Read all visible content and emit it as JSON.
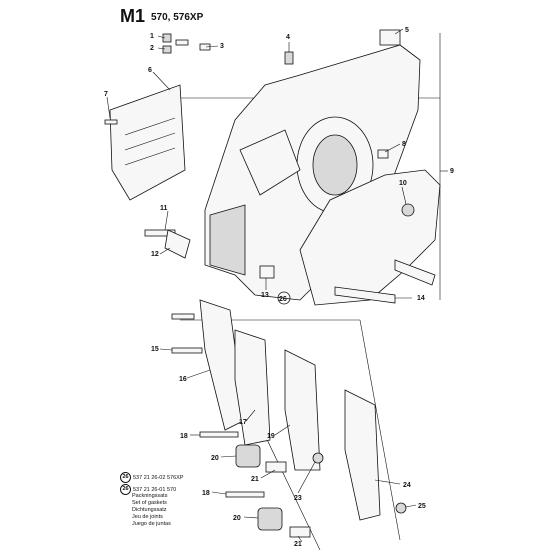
{
  "header": {
    "code": "M1",
    "models": "570, 576XP"
  },
  "callouts": [
    {
      "id": "c1",
      "label": "1"
    },
    {
      "id": "c2",
      "label": "2"
    },
    {
      "id": "c3",
      "label": "3"
    },
    {
      "id": "c4",
      "label": "4"
    },
    {
      "id": "c5",
      "label": "5"
    },
    {
      "id": "c6",
      "label": "6"
    },
    {
      "id": "c7",
      "label": "7"
    },
    {
      "id": "c8",
      "label": "8"
    },
    {
      "id": "c9",
      "label": "9"
    },
    {
      "id": "c10",
      "label": "10"
    },
    {
      "id": "c11",
      "label": "11"
    },
    {
      "id": "c12",
      "label": "12"
    },
    {
      "id": "c13",
      "label": "13"
    },
    {
      "id": "c14",
      "label": "14"
    },
    {
      "id": "c15",
      "label": "15"
    },
    {
      "id": "c16",
      "label": "16"
    },
    {
      "id": "c17",
      "label": "17"
    },
    {
      "id": "c18",
      "label": "18"
    },
    {
      "id": "c19",
      "label": "19"
    },
    {
      "id": "c20",
      "label": "20"
    },
    {
      "id": "c21",
      "label": "21"
    },
    {
      "id": "c23",
      "label": "23"
    },
    {
      "id": "c24",
      "label": "24"
    },
    {
      "id": "c25",
      "label": "25"
    },
    {
      "id": "c26",
      "label": "26"
    },
    {
      "id": "c18b",
      "label": "18"
    },
    {
      "id": "c20b",
      "label": "20"
    },
    {
      "id": "c21b",
      "label": "21"
    }
  ],
  "kit_legend": {
    "row1": {
      "badge": "26",
      "text": "537 21 26-02 576XP"
    },
    "row2": {
      "badge": "26",
      "text": "537 21 26-01 570"
    },
    "descriptions": [
      "Packningssats",
      "Set of gaskets",
      "Dichtungssatz",
      "Jeu de joints",
      "Juego de juntas"
    ]
  }
}
